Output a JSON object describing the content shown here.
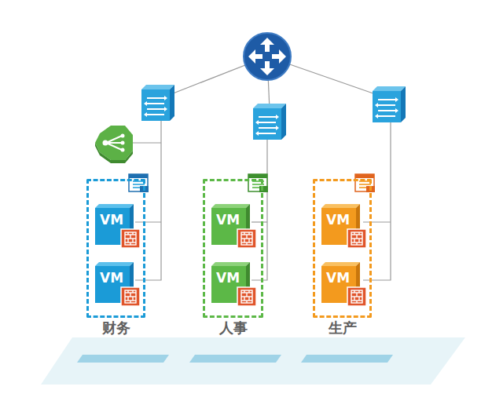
{
  "diagram": {
    "nodes": [
      {
        "text": [
          "财务"
        ]
      },
      {
        "text": [
          "VM"
        ],
        "in": 0
      },
      {
        "text": [
          "VM"
        ],
        "in": 0
      },
      {
        "text": [
          "人事"
        ]
      },
      {
        "text": [
          "VM"
        ],
        "in": 3
      },
      {
        "text": [
          "VM"
        ],
        "in": 3
      },
      {
        "text": [
          "生产"
        ]
      },
      {
        "text": [
          "VM"
        ],
        "in": 6
      },
      {
        "text": [
          "VM"
        ],
        "in": 6
      }
    ]
  }
}
